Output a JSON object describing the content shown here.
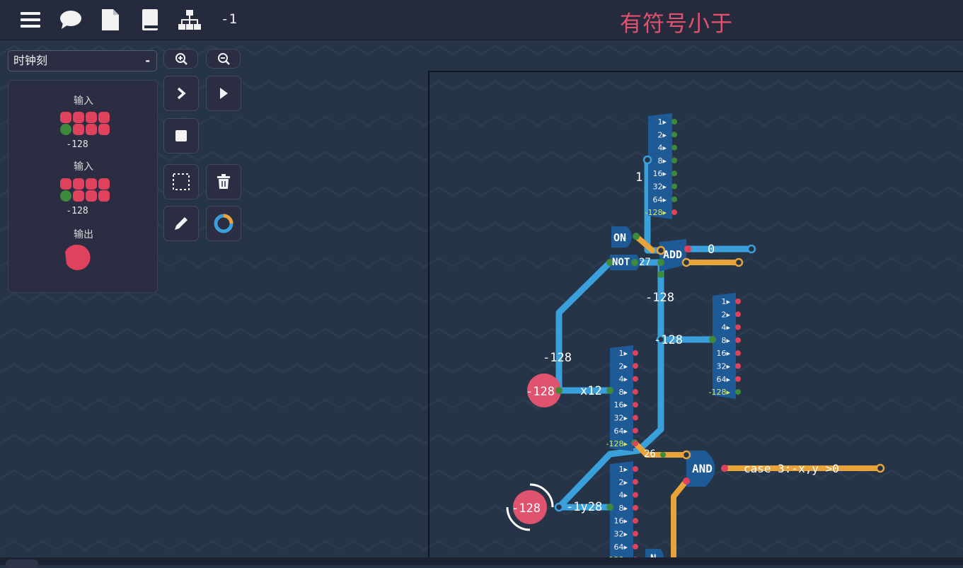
{
  "toolbar": {
    "counter": "-1",
    "icons": [
      "menu-icon",
      "comment-icon",
      "file-icon",
      "book-icon",
      "hierarchy-icon"
    ]
  },
  "level_title": "有符号小于",
  "speed": {
    "selected": "时钟刻",
    "collapse": "-"
  },
  "io_panel": {
    "input1_label": "输入",
    "input1_value": "-128",
    "input2_label": "输入",
    "input2_value": "-128",
    "output_label": "输出"
  },
  "colors": {
    "accent_red": "#e0536e",
    "wire_blue": "#3aa0dc",
    "wire_orange": "#e8a33a",
    "component_blue": "#1e5a96",
    "bit_on": "#e0415c",
    "bit_off": "#3d8a3d"
  },
  "circuit": {
    "splitter_bits": [
      "1",
      "2",
      "4",
      "8",
      "16",
      "32",
      "64",
      "-128"
    ],
    "gate_on": "ON",
    "gate_not": "NOT",
    "gate_add": "ADD",
    "gate_and": "AND",
    "gate_n": "N",
    "wire_zero": "0",
    "wire_not_value": "27",
    "wire_top_partial": "1",
    "wire_minus128_a": "-128",
    "wire_minus128_b": "-128",
    "wire_minus128_c": "-128",
    "wire_x": "x12",
    "wire_y": "-1y28",
    "wire_26": "26",
    "input_x_value": "-128",
    "input_y_value": "-128",
    "comment_case3": "case 3:-x,y >0"
  }
}
